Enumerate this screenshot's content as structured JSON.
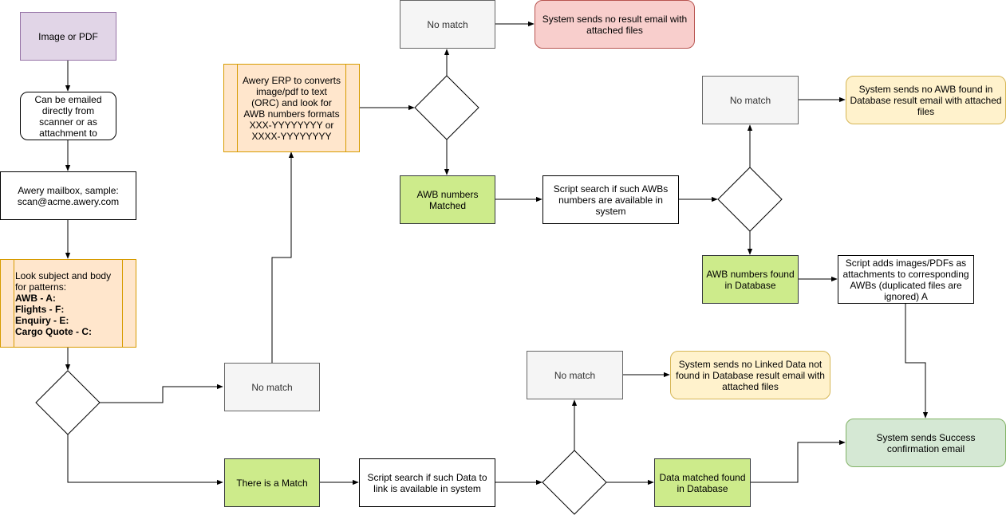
{
  "nodes": {
    "image_or_pdf": "Image or PDF",
    "emailed": "Can be emailed directly from scanner or as attachment to",
    "mailbox": "Awery mailbox, sample: scan@acme.awery.com",
    "look_subject_intro": "Look subject and body for patterns:",
    "patterns": [
      "AWB - A:",
      "Flights - F:",
      "Enquiry - E:",
      "Cargo Quote - C:"
    ],
    "no_match_1": "No match",
    "there_is_match": "There is a Match",
    "script_search_data": "Script search if such Data to link is available in system",
    "no_match_2": "No match",
    "no_linked_data_email": "System sends no Linked Data not found in Database result email with attached files",
    "data_matched": "Data matched found in Database",
    "awery_erp": "Awery ERP to converts image/pdf to text (ORC) and look for AWB numbers formats XXX-YYYYYYYY or XXXX-YYYYYYYY",
    "no_match_3": "No match",
    "no_result_email": "System sends no result email with attached files",
    "awb_matched": "AWB numbers Matched",
    "script_search_awb": "Script search if such AWBs numbers are available in system",
    "no_match_4": "No match",
    "no_awb_email": "System sends no AWB found in Database result email with attached files",
    "awb_found": "AWB numbers found in Database",
    "script_adds": "Script adds images/PDFs as attachments to corresponding AWBs (duplicated files are ignored) A",
    "success_email": "System sends Success confirmation email"
  },
  "colors": {
    "purple_fill": "#e1d5e7",
    "orange_fill": "#ffe6cc",
    "green_fill": "#cdeb8b",
    "grey_fill": "#f5f5f5",
    "red_fill": "#f8cecc",
    "yellow_fill": "#fff2cc",
    "mint_fill": "#d5e8d4"
  }
}
